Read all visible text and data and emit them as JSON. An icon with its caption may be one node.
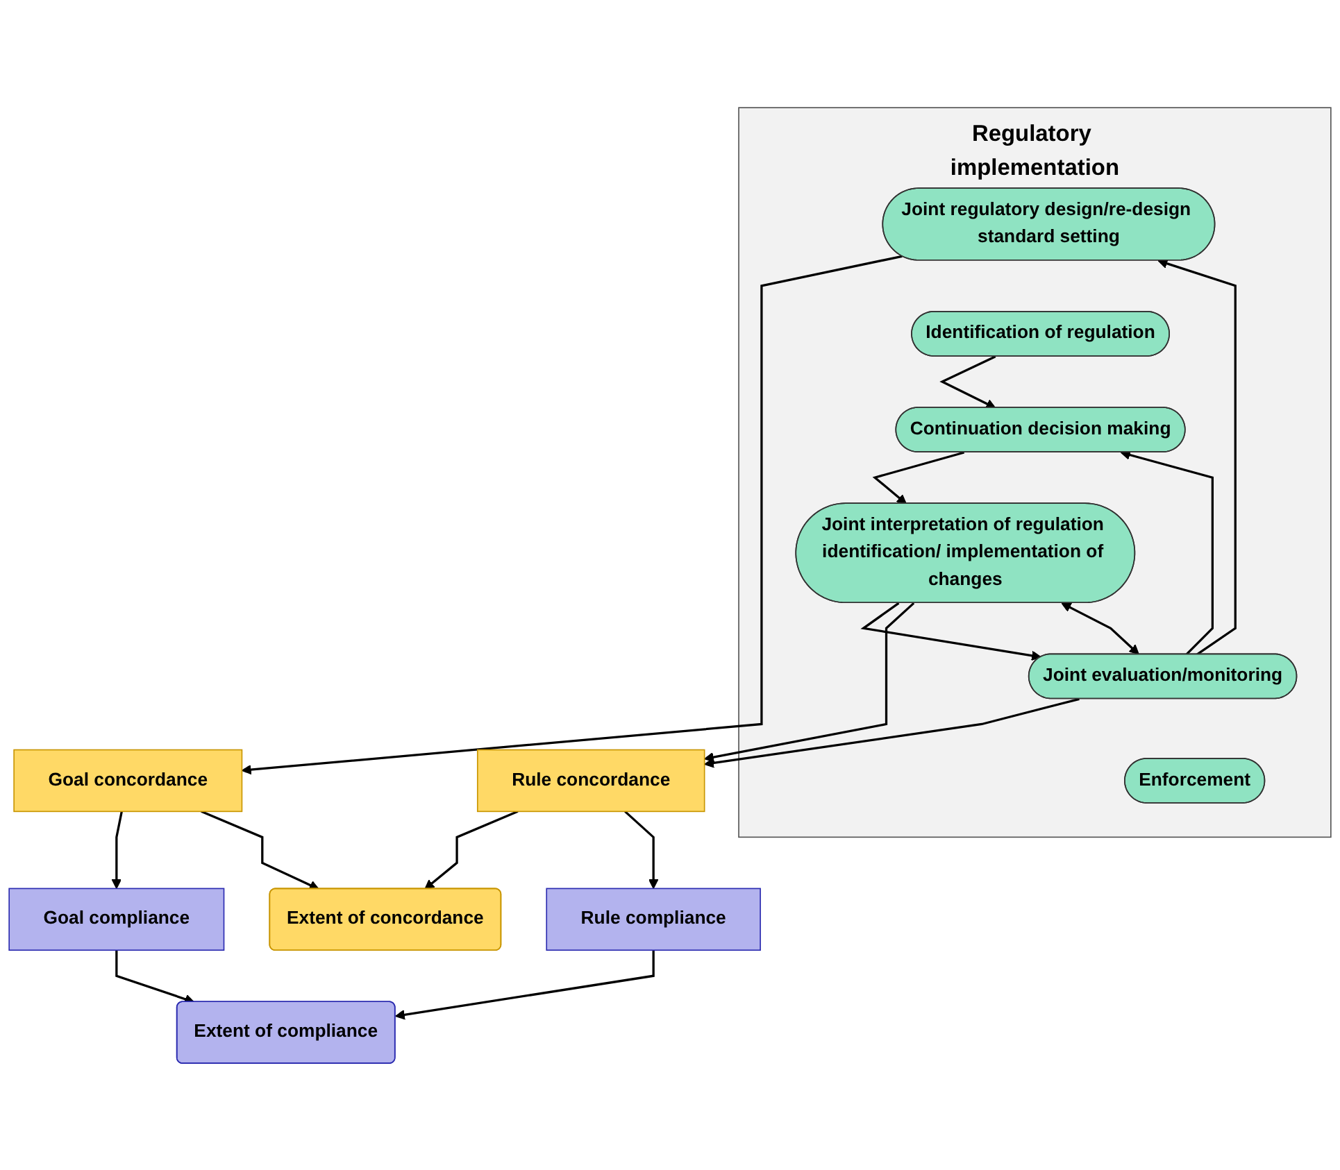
{
  "diagram": {
    "nodes": [
      {
        "text": [
          "Regulatory implementation"
        ]
      },
      {
        "text": [
          "Joint regulatory design/re-design standard setting"
        ],
        "in": 0
      },
      {
        "text": [
          "Identification of regulation"
        ],
        "in": 0
      },
      {
        "text": [
          "Continuation decision making"
        ],
        "in": 0
      },
      {
        "text": [
          "Joint interpretation of regulation identification/ implementation of changes"
        ],
        "in": 0
      },
      {
        "text": [
          "Joint evaluation/monitoring"
        ],
        "in": 0
      },
      {
        "text": [
          "Enforcement"
        ],
        "in": 0
      },
      {
        "text": [
          "Goal concordance"
        ]
      },
      {
        "text": [
          "Goal compliance"
        ]
      },
      {
        "text": [
          "Extent of concordance"
        ]
      },
      {
        "text": [
          "Extent of compliance"
        ]
      },
      {
        "text": [
          "Rule concordance"
        ]
      },
      {
        "text": [
          "Rule compliance"
        ]
      }
    ],
    "edges": [
      {
        "from": 1,
        "to": 7,
        "arrow": "to"
      },
      {
        "from": 7,
        "to": 8,
        "arrow": "to"
      },
      {
        "from": 7,
        "to": 9,
        "arrow": "to"
      },
      {
        "from": 8,
        "to": 10,
        "arrow": "to"
      },
      {
        "from": 2,
        "to": 3,
        "arrow": "to"
      },
      {
        "from": 3,
        "to": 4,
        "arrow": "to"
      },
      {
        "from": 4,
        "to": 5,
        "arrow": "to"
      },
      {
        "from": 4,
        "to": 11,
        "arrow": "to"
      },
      {
        "from": 5,
        "to": 11,
        "arrow": "to"
      },
      {
        "from": 5,
        "to": 1,
        "arrow": "to"
      },
      {
        "from": 5,
        "to": 3,
        "arrow": "to"
      },
      {
        "from": 5,
        "to": 4,
        "arrow": "both"
      },
      {
        "from": 11,
        "to": 9,
        "arrow": "to"
      },
      {
        "from": 11,
        "to": 12,
        "arrow": "to"
      },
      {
        "from": 12,
        "to": 10,
        "arrow": "to"
      }
    ]
  }
}
